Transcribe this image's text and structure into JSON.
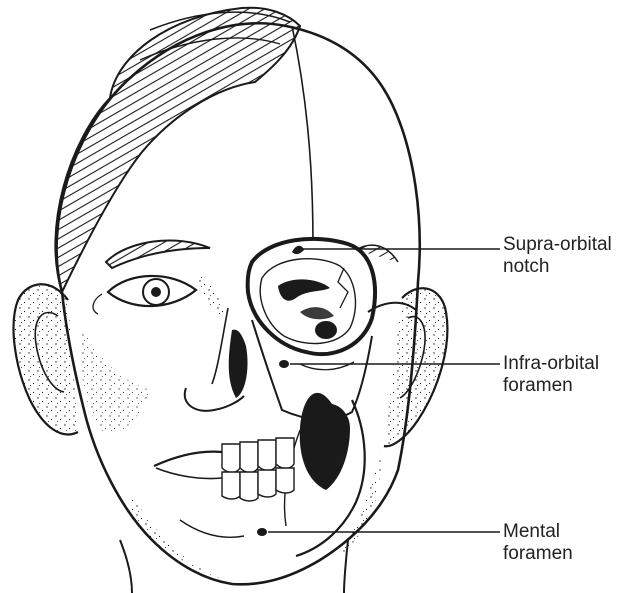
{
  "labels": {
    "supra_orbital": {
      "line1": "Supra-orbital",
      "line2": "notch"
    },
    "infra_orbital": {
      "line1": "Infra-orbital",
      "line2": "foramen"
    },
    "mental": {
      "line1": "Mental",
      "line2": "foramen"
    }
  },
  "colors": {
    "ink": "#1a1a1a",
    "paper": "#ffffff",
    "text": "#222222"
  }
}
